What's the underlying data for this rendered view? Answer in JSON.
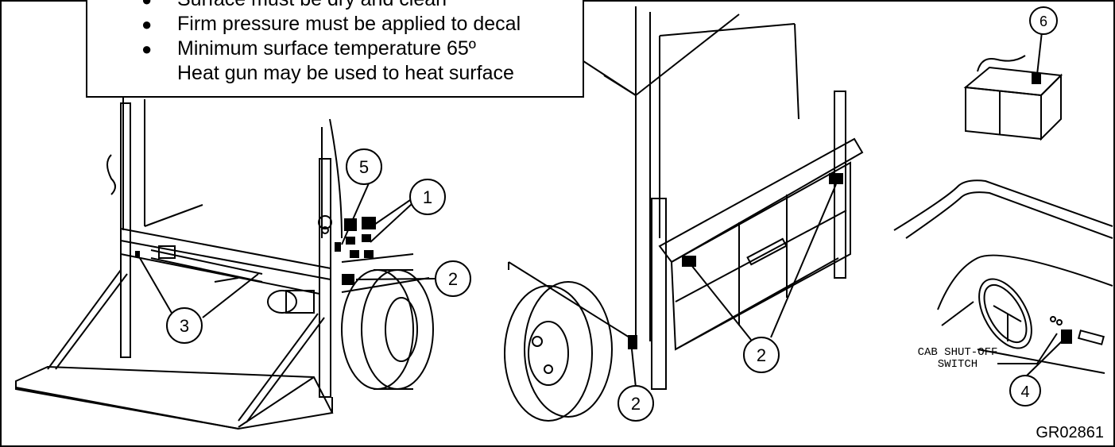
{
  "notes": {
    "items": [
      "Surface must be dry and clean",
      "Firm pressure must be applied to decal",
      "Minimum surface temperature 65º",
      "Heat gun may be used to heat surface"
    ]
  },
  "callouts": [
    "1",
    "2",
    "3",
    "4",
    "5",
    "6"
  ],
  "labels": {
    "cab_switch_line1": "CAB SHUT-OFF",
    "cab_switch_line2": "SWITCH",
    "doc_id": "GR02861"
  }
}
